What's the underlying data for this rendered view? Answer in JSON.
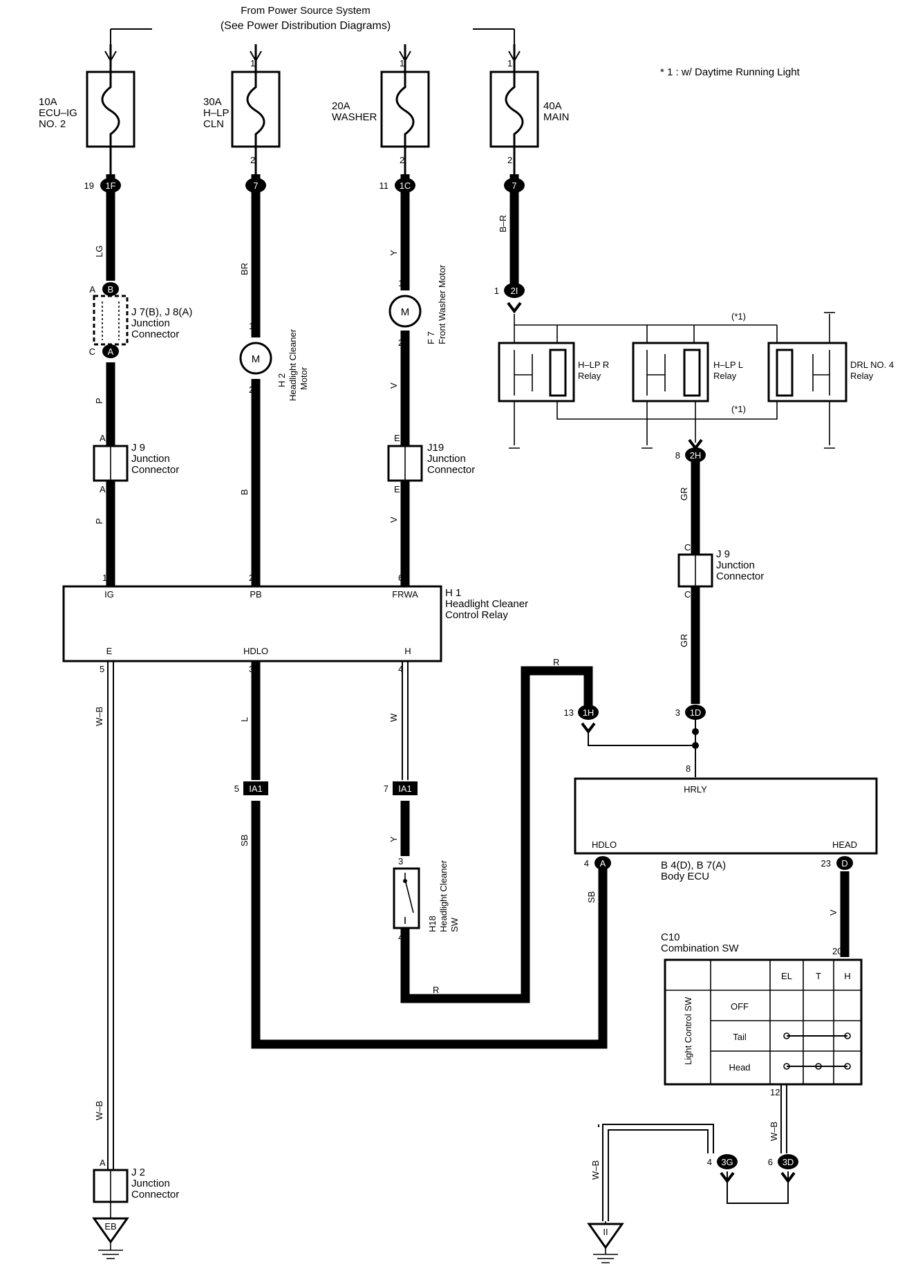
{
  "header": {
    "line1": "From Power Source System",
    "line2": "(See Power Distribution Diagrams)"
  },
  "note": "* 1 : w/ Daytime Running Light",
  "fuses": [
    {
      "amp": "10A",
      "name1": "ECU–IG",
      "name2": "NO. 2"
    },
    {
      "amp": "30A",
      "name1": "H–LP",
      "name2": "CLN",
      "pin_top": "1",
      "pin_bot": "2"
    },
    {
      "amp": "20A",
      "name1": "WASHER",
      "pin_top": "1",
      "pin_bot": "2"
    },
    {
      "amp": "40A",
      "name1": "MAIN",
      "pin_top": "1",
      "pin_bot": "2"
    }
  ],
  "connectors": {
    "c1F": {
      "pin": "19",
      "id": "1F"
    },
    "c7a": {
      "id": "7"
    },
    "c1C": {
      "pin": "11",
      "id": "1C"
    },
    "c7b": {
      "id": "7"
    },
    "c2I": {
      "pin": "1",
      "id": "2I"
    },
    "cB": {
      "pin": "A",
      "id": "B"
    },
    "cA": {
      "pin": "C",
      "id": "A"
    },
    "c2H": {
      "pin": "8",
      "id": "2H"
    },
    "c1H": {
      "pin": "13",
      "id": "1H"
    },
    "c1D": {
      "pin": "3",
      "id": "1D"
    },
    "cIA1a": {
      "pin": "5",
      "id": "IA1"
    },
    "cIA1b": {
      "pin": "7",
      "id": "IA1"
    },
    "cECU_A": {
      "pin": "4",
      "id": "A"
    },
    "cECU_D": {
      "pin": "23",
      "id": "D"
    },
    "c3G": {
      "pin": "4",
      "id": "3G"
    },
    "c3D": {
      "pin": "6",
      "id": "3D"
    }
  },
  "wires": {
    "lg": "LG",
    "p1": "P",
    "p2": "P",
    "br": "BR",
    "b": "B",
    "y1": "Y",
    "v1": "V",
    "v2": "V",
    "br_main": "B–R",
    "gr1": "GR",
    "gr2": "GR",
    "r_top": "R",
    "r_bot": "R",
    "wb1": "W–B",
    "wb2": "W–B",
    "wb3": "W–B",
    "wb4": "W–B",
    "l": "L",
    "w": "W",
    "sb1": "SB",
    "sb2": "SB",
    "y2": "Y",
    "v3": "V"
  },
  "junctions": {
    "j7": {
      "title": "J 7(B), J 8(A)",
      "line2": "Junction",
      "line3": "Connector"
    },
    "j9a": {
      "title": "J 9",
      "line2": "Junction",
      "line3": "Connector",
      "pin_top": "A",
      "pin_bot": "A"
    },
    "j19": {
      "title": "J19",
      "line2": "Junction",
      "line3": "Connector",
      "pin_top": "E",
      "pin_bot": "E"
    },
    "j9b": {
      "title": "J 9",
      "line2": "Junction",
      "line3": "Connector",
      "pin_top": "C",
      "pin_bot": "C"
    },
    "j2": {
      "title": "J 2",
      "line2": "Junction",
      "line3": "Connector",
      "pin_top": "A"
    }
  },
  "motors": {
    "h2": {
      "symbol": "M",
      "code": "H 2",
      "line1": "Headlight Cleaner",
      "line2": "Motor",
      "pin_top": "1",
      "pin_bot": "2"
    },
    "f7": {
      "symbol": "M",
      "code": "F 7",
      "line1": "Front Washer Motor",
      "pin_top": "1",
      "pin_bot": "2"
    }
  },
  "relays": {
    "hlpr": {
      "line1": "H–LP R",
      "line2": "Relay"
    },
    "hlpl": {
      "line1": "H–LP L",
      "line2": "Relay"
    },
    "drl": {
      "line1": "DRL NO. 4",
      "line2": "Relay"
    },
    "ref1": "(*1)",
    "ref2": "(*1)"
  },
  "control_relay": {
    "code": "H 1",
    "line1": "Headlight Cleaner",
    "line2": "Control Relay",
    "term_ig": "IG",
    "term_pb": "PB",
    "term_frwa": "FRWA",
    "term_e": "E",
    "term_hdlo": "HDLO",
    "term_h": "H",
    "pin_ig": "1",
    "pin_pb": "2",
    "pin_frwa": "6",
    "pin_e": "5",
    "pin_hdlo": "3",
    "pin_h": "4"
  },
  "switch_h18": {
    "code": "H18",
    "line1": "Headlight Cleaner",
    "line2": "SW",
    "pin_top": "3",
    "pin_bot": "4"
  },
  "body_ecu": {
    "code": "B 4(D), B 7(A)",
    "name": "Body ECU",
    "term_hrly": "HRLY",
    "term_hdlo": "HDLO",
    "term_head": "HEAD",
    "pin_hrly": "8"
  },
  "comb_sw": {
    "code": "C10",
    "name": "Combination SW",
    "side": "Light Control SW",
    "cols": [
      "EL",
      "T",
      "H"
    ],
    "rows": [
      "OFF",
      "Tail",
      "Head"
    ],
    "pin_top": "20",
    "pin_bot": "12"
  },
  "grounds": {
    "eb": "EB",
    "ii": "II"
  }
}
